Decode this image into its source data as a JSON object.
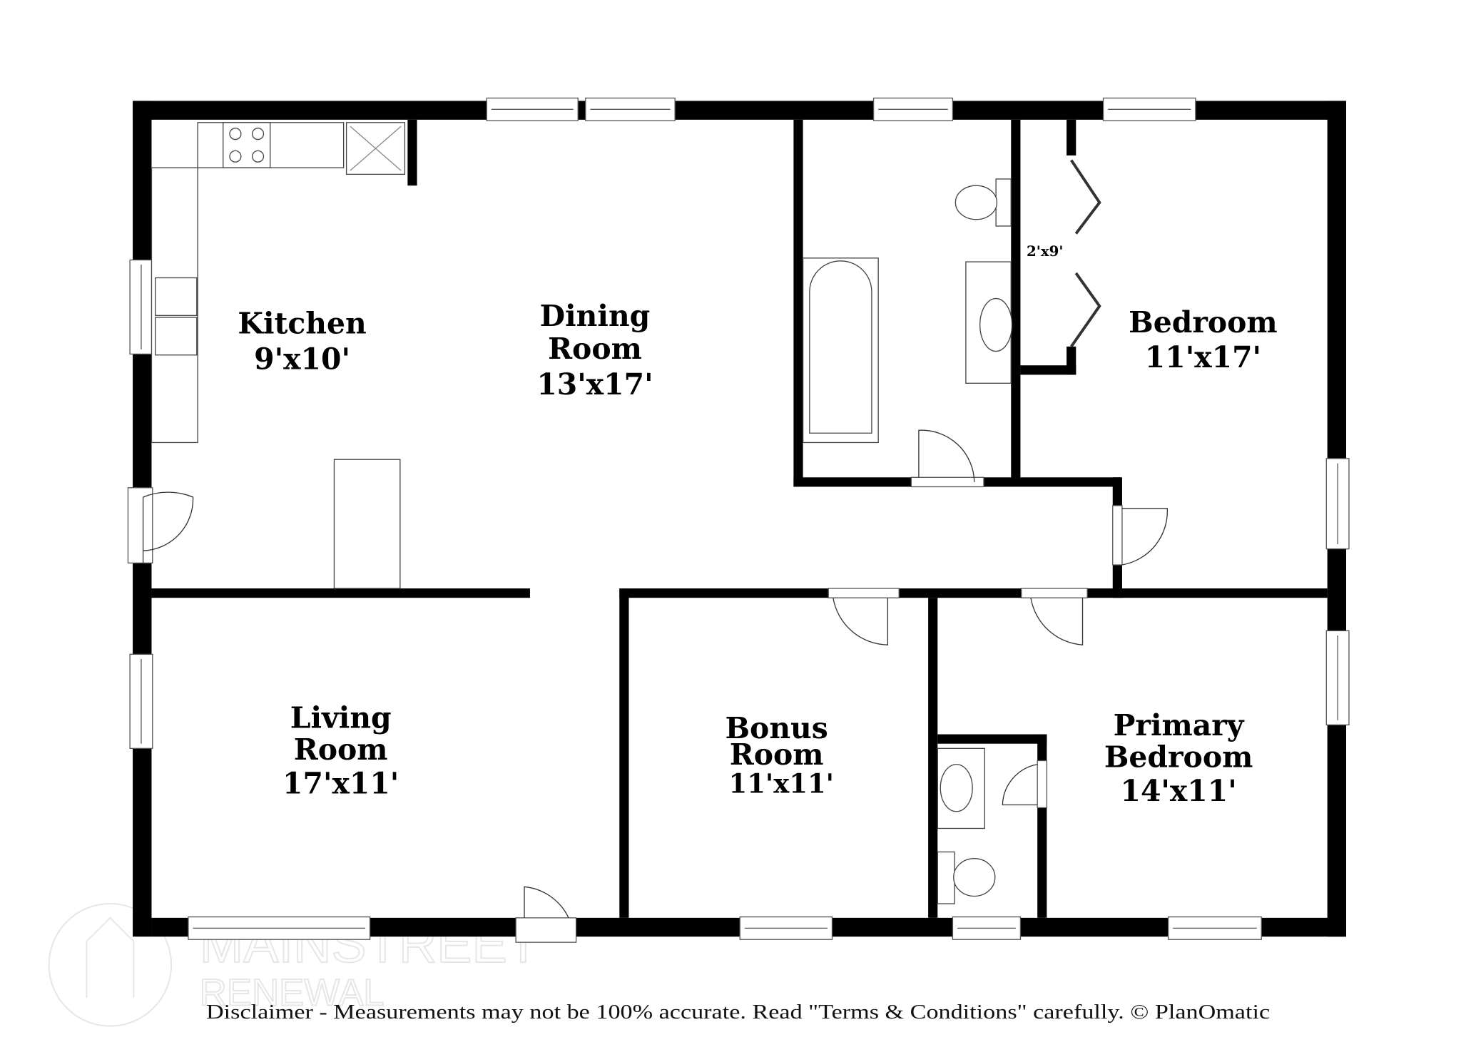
{
  "rooms": {
    "kitchen": {
      "name": "Kitchen",
      "size": "9'x10'"
    },
    "dining": {
      "name_1": "Dining",
      "name_2": "Room",
      "size": "13'x17'"
    },
    "bedroom": {
      "name": "Bedroom",
      "size": "11'x17'"
    },
    "closet": {
      "size": "2'x9'"
    },
    "living": {
      "name_1": "Living",
      "name_2": "Room",
      "size": "17'x11'"
    },
    "bonus": {
      "name_1": "Bonus",
      "name_2": "Room",
      "size": "11'x11'"
    },
    "primary": {
      "name_1": "Primary",
      "name_2": "Bedroom",
      "size": "14'x11'"
    }
  },
  "watermark": {
    "line_1": "MAINSTREET",
    "line_2": "RENEWAL"
  },
  "disclaimer": "Disclaimer - Measurements may not be 100% accurate. Read \"Terms & Conditions\" carefully. © PlanOmatic",
  "colors": {
    "wall": "#000000",
    "background": "#ffffff"
  }
}
